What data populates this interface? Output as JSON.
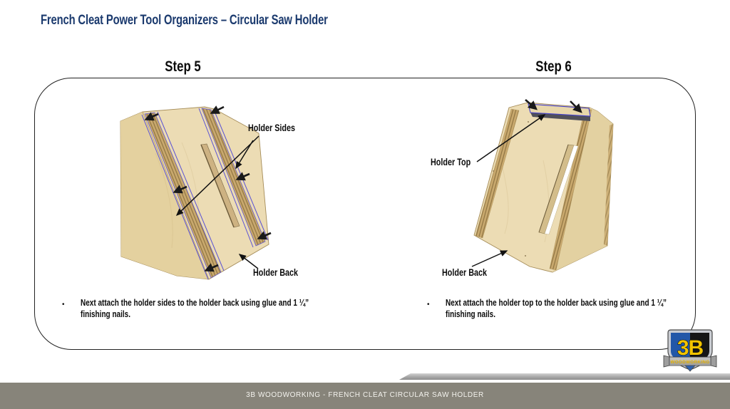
{
  "slide": {
    "title": "French Cleat Power Tool Organizers – Circular Saw Holder",
    "footer_text": "3B WOODWORKING - FRENCH CLEAT CIRCULAR SAW HOLDER"
  },
  "step5": {
    "heading": "Step 5",
    "label_sides": "Holder Sides",
    "label_back": "Holder Back",
    "bullet": "Next attach the holder sides to the holder back using glue and 1 ¼” finishing nails."
  },
  "step6": {
    "heading": "Step 6",
    "label_top": "Holder Top",
    "label_back": "Holder Back",
    "bullet": "Next attach the holder top to the holder back using glue and 1 ¼” finishing nails."
  },
  "logo": {
    "monogram": "3B",
    "wordmark": "WOODWORKING"
  },
  "colors": {
    "title_navy": "#1b3a6e",
    "wood_face": "#ecdcb4",
    "wood_edge": "#c9a96e",
    "highlight_blue": "#5a52d5",
    "footer_bar": "#87847a",
    "logo_blue": "#2257a8",
    "logo_yellow": "#f2c400"
  }
}
